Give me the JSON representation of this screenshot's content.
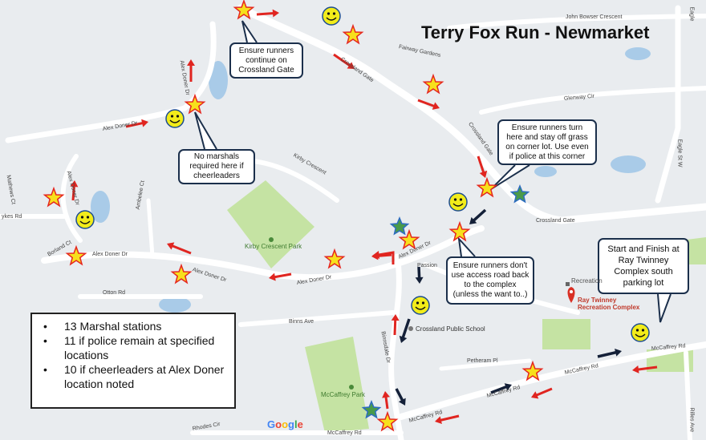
{
  "title": "Terry Fox Run - Newmarket",
  "callouts": {
    "crossland": "Ensure runners\ncontinue on\nCrossland Gate",
    "no_marshals": "No marshals\nrequired here if\ncheerleaders",
    "turn": "Ensure runners turn\nhere and stay off grass\non corner lot. Use even\nif police at this corner",
    "access": "Ensure runners don't\nuse access road back\nto the complex\n(unless the want to..)",
    "start": "Start and Finish at\nRay Twinney\nComplex south\nparking lot"
  },
  "legend": {
    "items": [
      "13 Marshal stations",
      "11 if police remain at specified locations",
      "10 if cheerleaders at Alex Doner location noted"
    ],
    "bullet": "•"
  },
  "places": {
    "kirby_park": "Kirby Crescent Park",
    "crossland_school": "Crossland Public School",
    "mccaffrey_park": "McCaffrey Park",
    "recreation": "Recreation",
    "ray_twinney": "Ray Twinney\nRecreation Complex"
  },
  "roads": {
    "john_bowser": "John Bowser Crescent",
    "fairway": "Fairway Gardens",
    "crossland_gate_1": "Crossland Gate",
    "crossland_gate_2": "Crossland Gate",
    "crossland_gate_3": "Crossland Gate",
    "glenway": "Glenway Cir",
    "eagle": "Eagle St W",
    "alex_doner_1": "Alex Doner Dr",
    "alex_doner_2": "Alex Doner Dr",
    "alex_doner_3": "Alex Doner Dr",
    "alex_doner_4": "Alex Doner Dr",
    "alex_doner_5": "Alex Doner Dr",
    "alex_doner_6": "Alex Doner Dr",
    "alex_doner_7": "Alex Doner Dr",
    "mathews": "Mathews Ct",
    "sykes": "ykes Rd",
    "ambelee": "Ambelee Ct",
    "borland": "Borland Ct",
    "otton": "Otton Rd",
    "kirby_crescent": "Kirby Crescent",
    "passion": "Passion",
    "binns_ave": "Binns Ave",
    "binnsdale": "Binnsdale Dr",
    "petheram": "Petheram Pl",
    "mccaffrey_1": "McCaffrey Rd",
    "mccaffrey_2": "McCaffrey Rd",
    "mccaffrey_3": "McCaffrey Rd",
    "mccaffrey_4": "McCaffrey Rd",
    "mccaffrey_5": "McCaffrey Rd",
    "rhodes": "Rhodes Cir",
    "eagle_top": "Eagle",
    "rilles": "Rilles Ave"
  },
  "google": [
    "G",
    "o",
    "o",
    "g",
    "l",
    "e"
  ],
  "colors": {
    "star_fill": "#f7e01c",
    "star_outline": "#e5261f",
    "police_star": "#4a9a4a",
    "smiley": "#f2ec1a",
    "red_arrow": "#e02520",
    "black_arrow": "#142038",
    "park": "#c5e3a3",
    "water": "#a9cbe8"
  }
}
